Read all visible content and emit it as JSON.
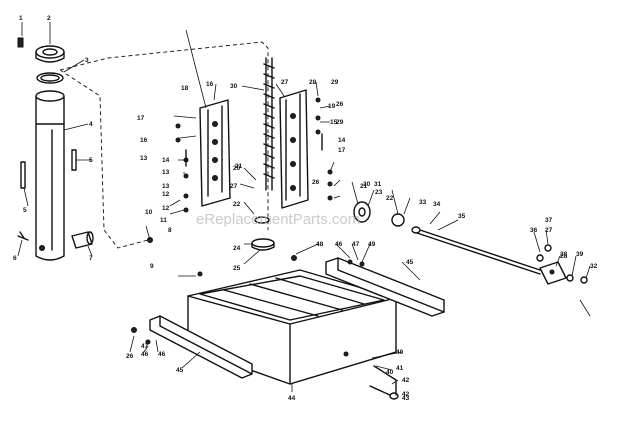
{
  "watermark": "eReplacementParts.com",
  "callouts": [
    {
      "id": "c1",
      "text": "1"
    },
    {
      "id": "c2",
      "text": "2"
    },
    {
      "id": "c3",
      "text": "3"
    },
    {
      "id": "c4",
      "text": "4"
    },
    {
      "id": "c5a",
      "text": "5"
    },
    {
      "id": "c5b",
      "text": "5"
    },
    {
      "id": "c6",
      "text": "6"
    },
    {
      "id": "c7",
      "text": "7"
    },
    {
      "id": "c8",
      "text": "8"
    },
    {
      "id": "c9",
      "text": "9"
    },
    {
      "id": "c10",
      "text": "10"
    },
    {
      "id": "c11",
      "text": "11"
    },
    {
      "id": "c12a",
      "text": "12"
    },
    {
      "id": "c12b",
      "text": "12"
    },
    {
      "id": "c13a",
      "text": "13"
    },
    {
      "id": "c13b",
      "text": "13"
    },
    {
      "id": "c13c",
      "text": "13"
    },
    {
      "id": "c14a",
      "text": "14"
    },
    {
      "id": "c14b",
      "text": "14"
    },
    {
      "id": "c15",
      "text": "15"
    },
    {
      "id": "c16a",
      "text": "16"
    },
    {
      "id": "c16b",
      "text": "16"
    },
    {
      "id": "c17a",
      "text": "17"
    },
    {
      "id": "c17b",
      "text": "17"
    },
    {
      "id": "c18",
      "text": "18"
    },
    {
      "id": "c19",
      "text": "19"
    },
    {
      "id": "c20",
      "text": "20"
    },
    {
      "id": "c21a",
      "text": "21"
    },
    {
      "id": "c21b",
      "text": "21"
    },
    {
      "id": "c22a",
      "text": "22"
    },
    {
      "id": "c22b",
      "text": "22"
    },
    {
      "id": "c23",
      "text": "23"
    },
    {
      "id": "c24",
      "text": "24"
    },
    {
      "id": "c25",
      "text": "25"
    },
    {
      "id": "c26a",
      "text": "26"
    },
    {
      "id": "c26b",
      "text": "26"
    },
    {
      "id": "c26c",
      "text": "26"
    },
    {
      "id": "c27a",
      "text": "27"
    },
    {
      "id": "c27b",
      "text": "27"
    },
    {
      "id": "c27c",
      "text": "27"
    },
    {
      "id": "c28a",
      "text": "28"
    },
    {
      "id": "c28b",
      "text": "28"
    },
    {
      "id": "c29a",
      "text": "29"
    },
    {
      "id": "c29b",
      "text": "29"
    },
    {
      "id": "c30a",
      "text": "30"
    },
    {
      "id": "c30b",
      "text": "30"
    },
    {
      "id": "c31",
      "text": "31"
    },
    {
      "id": "c32",
      "text": "32"
    },
    {
      "id": "c33",
      "text": "33"
    },
    {
      "id": "c34",
      "text": "34"
    },
    {
      "id": "c35",
      "text": "35"
    },
    {
      "id": "c36",
      "text": "36"
    },
    {
      "id": "c37",
      "text": "37"
    },
    {
      "id": "c38",
      "text": "38"
    },
    {
      "id": "c39",
      "text": "39"
    },
    {
      "id": "c40a",
      "text": "40"
    },
    {
      "id": "c40b",
      "text": "40"
    },
    {
      "id": "c41",
      "text": "41"
    },
    {
      "id": "c42a",
      "text": "42"
    },
    {
      "id": "c42b",
      "text": "42"
    },
    {
      "id": "c43",
      "text": "43"
    },
    {
      "id": "c44",
      "text": "44"
    },
    {
      "id": "c45a",
      "text": "45"
    },
    {
      "id": "c45b",
      "text": "45"
    },
    {
      "id": "c46a",
      "text": "46"
    },
    {
      "id": "c46b",
      "text": "46"
    },
    {
      "id": "c46c",
      "text": "46"
    },
    {
      "id": "c47a",
      "text": "47"
    },
    {
      "id": "c47b",
      "text": "47"
    },
    {
      "id": "c48",
      "text": "48"
    },
    {
      "id": "c49",
      "text": "49"
    }
  ]
}
